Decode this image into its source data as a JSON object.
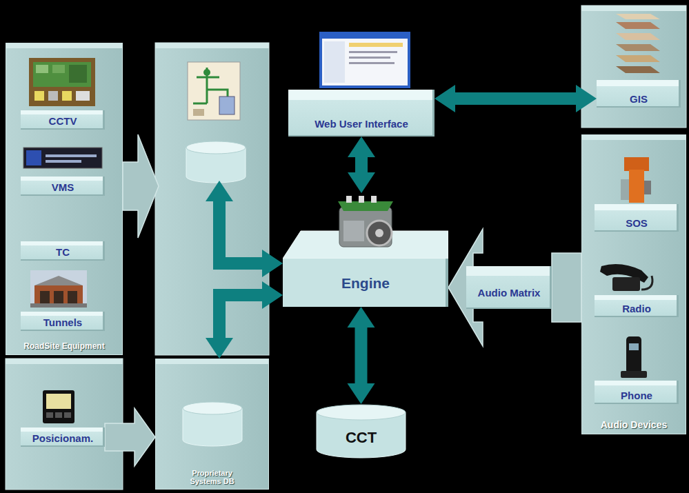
{
  "diagram": {
    "nodes": [
      {
        "text": [
          "RoadSite Equipment"
        ]
      },
      {
        "text": [
          "CCTV"
        ],
        "in": 0
      },
      {
        "text": [
          "VMS"
        ],
        "in": 0
      },
      {
        "text": [
          "TC"
        ],
        "in": 0
      },
      {
        "text": [
          "Tunnels"
        ],
        "in": 0
      },
      {
        "text": [
          "Web User Interface"
        ]
      },
      {
        "text": [
          "GIS"
        ]
      },
      {
        "text": [
          "Audio Devices"
        ]
      },
      {
        "text": [
          "SOS"
        ],
        "in": 7
      },
      {
        "text": [
          "Radio"
        ],
        "in": 7
      },
      {
        "text": [
          "Phone"
        ],
        "in": 7
      },
      {
        "text": [
          "Engine"
        ]
      },
      {
        "text": [
          "Audio Matrix"
        ]
      },
      {
        "text": [
          "Posicionam."
        ]
      },
      {
        "text": [
          "Proprietary Systems DB"
        ]
      },
      {
        "text": [
          "CCT"
        ]
      }
    ],
    "edges": [
      {
        "from": 5,
        "to": 6,
        "arrow": "both"
      },
      {
        "from": 5,
        "to": 11,
        "arrow": "both"
      },
      {
        "from": 14,
        "to": 11,
        "arrow": "both"
      },
      {
        "from": 7,
        "to": 12,
        "arrow": "none"
      },
      {
        "from": 12,
        "to": 11,
        "arrow": "to"
      },
      {
        "from": 11,
        "to": 15,
        "arrow": "both"
      },
      {
        "from": 13,
        "to": 14,
        "arrow": "to"
      }
    ]
  }
}
